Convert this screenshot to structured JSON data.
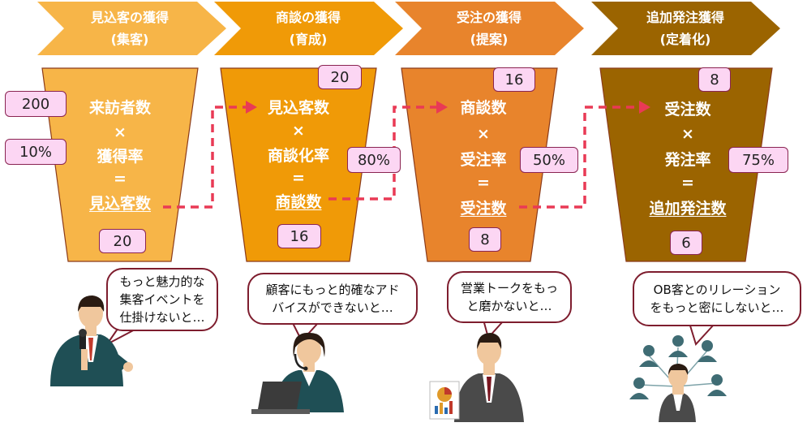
{
  "colors": {
    "stage1": "#f7b548",
    "stage2": "#f09a07",
    "stage3": "#e8842c",
    "stage4": "#9b6400",
    "connector": "#e93a55",
    "box_fill": "#fcd6f3",
    "box_border": "#8a2452",
    "bubble_border": "#7e1d2e"
  },
  "stages": [
    {
      "title": "見込客の獲得",
      "sub": "(集客)",
      "line1": "来訪者数",
      "times": "×",
      "line2": "獲得率",
      "eq": "=",
      "result": "見込客数",
      "in_value": "200",
      "rate": "10%",
      "out_value": "20"
    },
    {
      "title": "商談の獲得",
      "sub": "(育成)",
      "line1": "見込客数",
      "times": "×",
      "line2": "商談化率",
      "eq": "=",
      "result": "商談数",
      "in_value": "20",
      "rate": "80%",
      "out_value": "16"
    },
    {
      "title": "受注の獲得",
      "sub": "(提案)",
      "line1": "商談数",
      "times": "×",
      "line2": "受注率",
      "eq": "=",
      "result": "受注数",
      "in_value": "16",
      "rate": "50%",
      "out_value": "8"
    },
    {
      "title": "追加発注獲得",
      "sub": "(定着化)",
      "line1": "受注数",
      "times": "×",
      "line2": "発注率",
      "eq": "=",
      "result": "追加発注数",
      "in_value": "8",
      "rate": "75%",
      "out_value": "6"
    }
  ],
  "bubbles": [
    {
      "line1": "もっと魅力的な",
      "line2": "集客イベントを",
      "line3": "仕掛けないと…"
    },
    {
      "line1": "顧客にもっと的確なアド",
      "line2": "バイスができないと…"
    },
    {
      "line1": "営業トークをもっ",
      "line2": "と磨かないと…"
    },
    {
      "line1": "OB客とのリレーション",
      "line2": "をもっと密にしないと…"
    }
  ],
  "figures": [
    "presenter-figure",
    "operator-figure",
    "salesman-figure",
    "network-figure"
  ]
}
